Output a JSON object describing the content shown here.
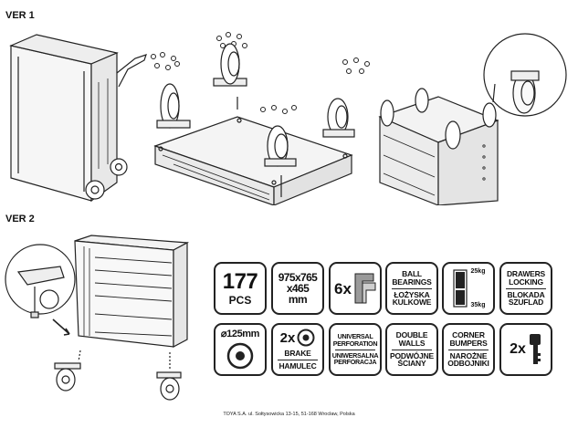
{
  "versions": {
    "ver1": "VER 1",
    "ver2": "VER 2"
  },
  "features": {
    "pieces": {
      "value": "177",
      "unit": "PCS"
    },
    "dimensions": {
      "line1": "975x765",
      "line2": "x465",
      "line3": "mm"
    },
    "drawer_slides": {
      "count": "6x"
    },
    "ball_bearings": {
      "line1": "BALL",
      "line2": "BEARINGS",
      "line3": "ŁOŻYSKA",
      "line4": "KULKOWE"
    },
    "load_capacity": {
      "top": "25kg",
      "bottom": "35kg"
    },
    "drawers_locking": {
      "line1": "DRAWERS",
      "line2": "LOCKING",
      "line3": "BLOKADA",
      "line4": "SZUFLAD"
    },
    "wheel_size": {
      "value": "⌀125mm"
    },
    "brake": {
      "count": "2x",
      "line1": "BRAKE",
      "line2": "HAMULEC"
    },
    "perforation": {
      "line1": "UNIVERSAL",
      "line2": "PERFORATION",
      "line3": "UNIWERSALNA",
      "line4": "PERFORACJA"
    },
    "double_walls": {
      "line1": "DOUBLE",
      "line2": "WALLS",
      "line3": "PODWÓJNE",
      "line4": "ŚCIANY"
    },
    "corner_bumpers": {
      "line1": "CORNER",
      "line2": "BUMPERS",
      "line3": "NAROŻNE",
      "line4": "ODBOJNIKI"
    },
    "keys": {
      "count": "2x"
    }
  },
  "icons": [
    "drawer-slide-icon",
    "weight-icon",
    "wheel-icon",
    "key-icon"
  ],
  "footer": {
    "address": "TOYA S.A. ul. Sołtysowicka 13-15, 51-168 Wrocław, Polska"
  }
}
